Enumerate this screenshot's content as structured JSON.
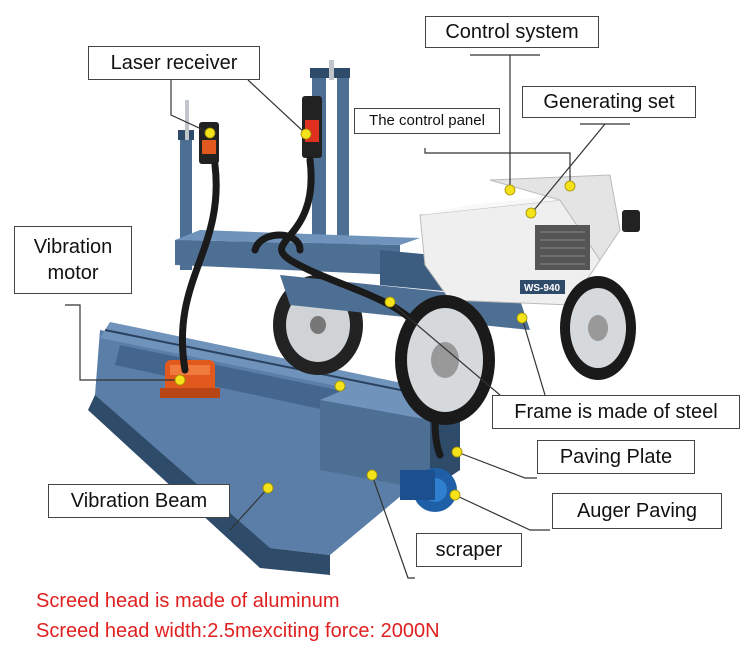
{
  "labels": {
    "control_system": "Control system",
    "laser_receiver": "Laser receiver",
    "generating_set": "Generating set",
    "control_panel": "The control panel",
    "vibration_motor": "Vibration motor",
    "frame": "Frame is made of steel",
    "paving_plate": "Paving Plate",
    "vibration_beam": "Vibration Beam",
    "auger_paving": "Auger Paving",
    "scraper": "scraper"
  },
  "model_badge": "WS-940",
  "notes": {
    "line1": "Screed head is made of aluminum",
    "line2": "Screed head width:2.5mexciting force: 2000N"
  },
  "colors": {
    "frame_blue": "#4e6f94",
    "frame_dark": "#2f4b6a",
    "engine_white": "#efefef",
    "marker_yellow": "#f4e21b",
    "motor_orange": "#e2591d",
    "note_red": "#e02020"
  }
}
